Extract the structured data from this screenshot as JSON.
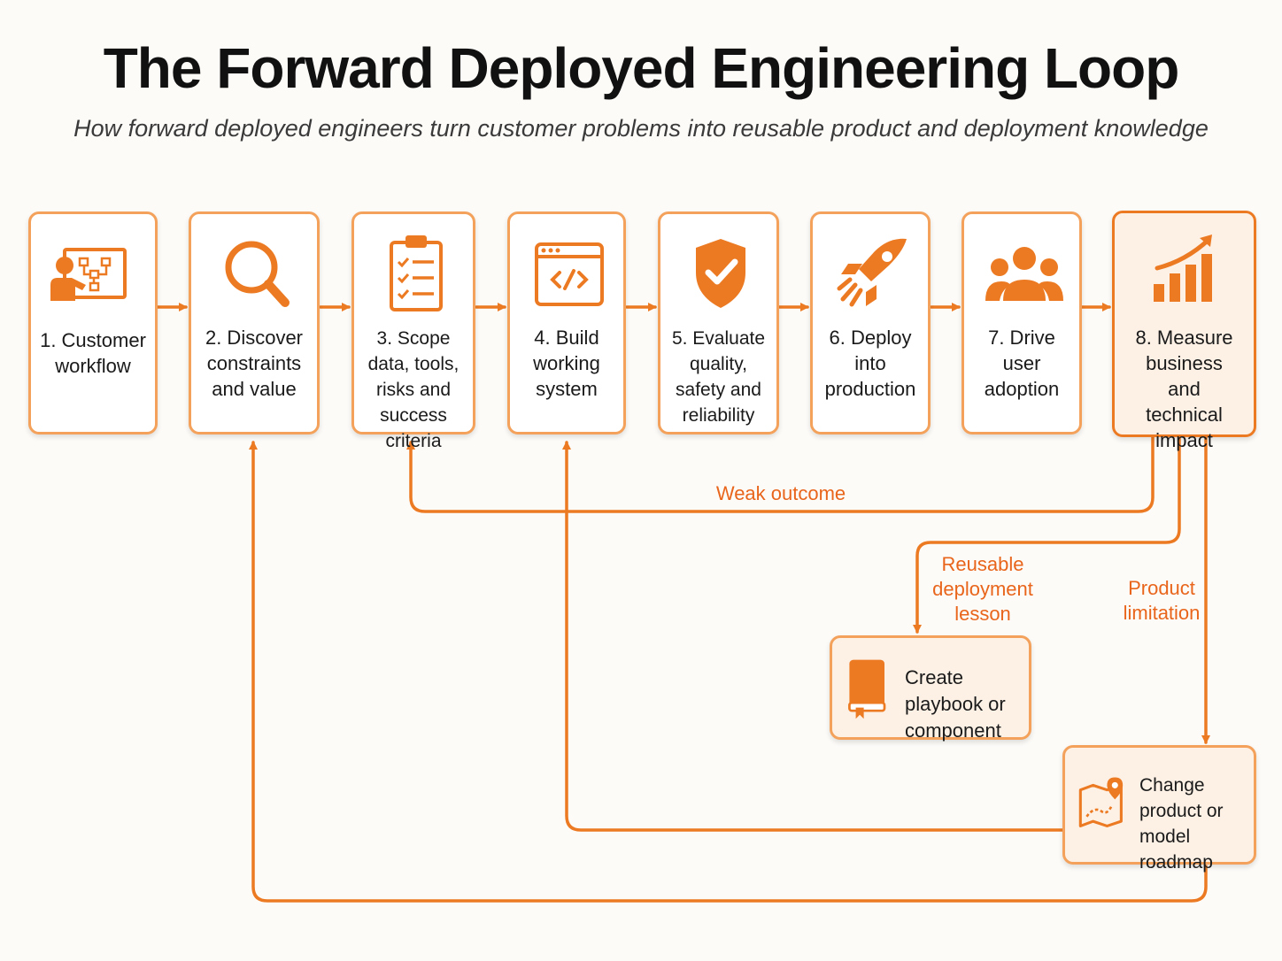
{
  "title": "The Forward Deployed Engineering Loop",
  "subtitle": "How forward deployed engineers turn customer problems into reusable product and deployment knowledge",
  "colors": {
    "accent": "#ec7a22",
    "border": "#f3a15b",
    "final_fill": "#fdf1e6",
    "text": "#1a1a1a"
  },
  "steps": [
    {
      "label": "1. Customer workflow",
      "icon": "customer-workflow-icon"
    },
    {
      "label": "2. Discover constraints and value",
      "icon": "magnifier-icon"
    },
    {
      "label": "3. Scope data, tools, risks and success criteria",
      "icon": "clipboard-checklist-icon"
    },
    {
      "label": "4. Build working system",
      "icon": "code-window-icon"
    },
    {
      "label": "5. Evaluate quality, safety and reliability",
      "icon": "shield-check-icon"
    },
    {
      "label": "6. Deploy into production",
      "icon": "rocket-icon"
    },
    {
      "label": "7. Drive user adoption",
      "icon": "users-icon"
    },
    {
      "label": "8. Measure business and technical impact",
      "icon": "growth-chart-icon"
    }
  ],
  "feedback": {
    "weak_outcome": "Weak outcome",
    "reusable_lesson": "Reusable deployment lesson",
    "product_limitation": "Product limitation"
  },
  "outputs": {
    "playbook": {
      "label": "Create playbook or component",
      "icon": "book-icon"
    },
    "roadmap": {
      "label": "Change product or model roadmap",
      "icon": "map-pin-icon"
    }
  }
}
